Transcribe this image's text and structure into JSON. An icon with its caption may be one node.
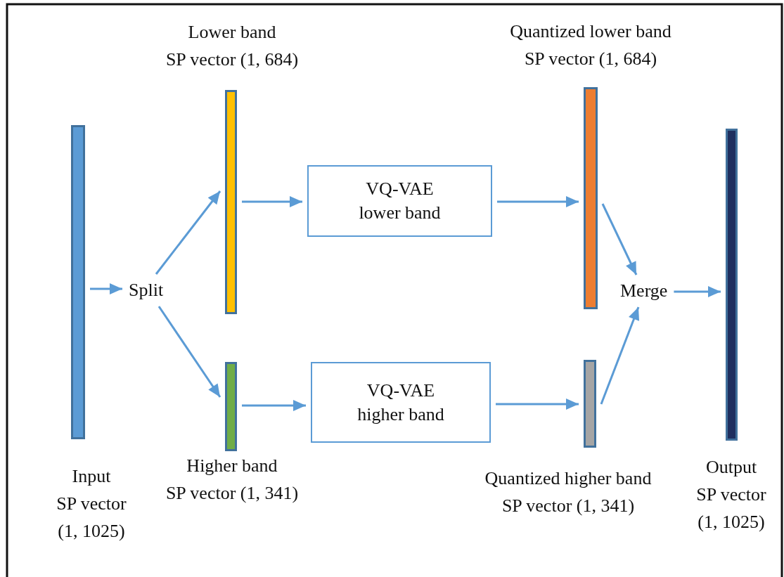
{
  "diagram": {
    "nodes": [
      {
        "text": [
          "Input SP vector (1, 1025)"
        ]
      },
      {
        "text": [
          "Split"
        ]
      },
      {
        "text": [
          "Lower band SP vector (1, 684)"
        ]
      },
      {
        "text": [
          "Higher band SP vector (1, 341)"
        ]
      },
      {
        "text": [
          "VQ-VAE lower band"
        ]
      },
      {
        "text": [
          "VQ-VAE higher band"
        ]
      },
      {
        "text": [
          "Quantized lower band SP vector (1, 684)"
        ]
      },
      {
        "text": [
          "Quantized higher band SP vector (1, 341)"
        ]
      },
      {
        "text": [
          "Merge"
        ]
      },
      {
        "text": [
          "Output SP vector (1, 1025)"
        ]
      }
    ],
    "edges": [
      {
        "from": 0,
        "to": 1,
        "arrow": "to"
      },
      {
        "from": 1,
        "to": 2,
        "arrow": "to"
      },
      {
        "from": 1,
        "to": 3,
        "arrow": "to"
      },
      {
        "from": 2,
        "to": 4,
        "arrow": "to"
      },
      {
        "from": 3,
        "to": 5,
        "arrow": "to"
      },
      {
        "from": 4,
        "to": 6,
        "arrow": "to"
      },
      {
        "from": 5,
        "to": 7,
        "arrow": "to"
      },
      {
        "from": 6,
        "to": 8,
        "arrow": "to"
      },
      {
        "from": 7,
        "to": 8,
        "arrow": "to"
      },
      {
        "from": 8,
        "to": 9,
        "arrow": "to"
      }
    ]
  }
}
